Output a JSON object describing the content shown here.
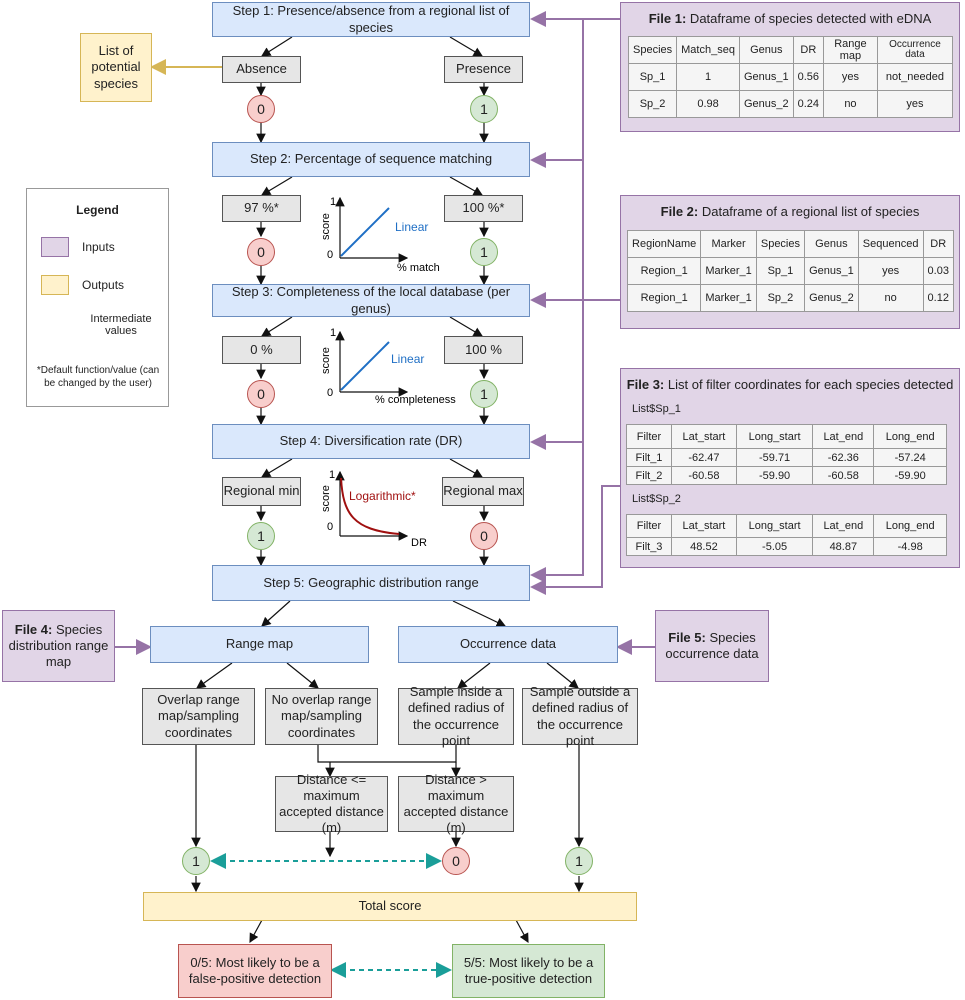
{
  "steps": {
    "step1": "Step 1: Presence/absence from a regional list of species",
    "step2": "Step 2: Percentage of sequence matching",
    "step3": "Step 3: Completeness of the local database (per genus)",
    "step4": "Step 4: Diversification rate (DR)",
    "step5": "Step 5: Geographic distribution range"
  },
  "step1_branches": {
    "left": "Absence",
    "right": "Presence",
    "left_score": "0",
    "right_score": "1"
  },
  "step2_branches": {
    "left": "97 %*",
    "right": "100 %*",
    "left_score": "0",
    "right_score": "1"
  },
  "step3_branches": {
    "left": "0 %",
    "right": "100 %",
    "left_score": "0",
    "right_score": "1"
  },
  "step4_branches": {
    "left": "Regional min",
    "right": "Regional max",
    "left_score": "1",
    "right_score": "0"
  },
  "output_list": "List of potential species",
  "minicharts": {
    "c2": {
      "ylabel": "score",
      "xlabel": "% match",
      "y1": "1",
      "y0": "0",
      "curve_label": "Linear"
    },
    "c3": {
      "ylabel": "score",
      "xlabel": "% completeness",
      "y1": "1",
      "y0": "0",
      "curve_label": "Linear"
    },
    "c4": {
      "ylabel": "score",
      "xlabel": "DR",
      "y1": "1",
      "y0": "0",
      "curve_label": "Logarithmic*"
    }
  },
  "legend": {
    "title": "Legend",
    "inputs": "Inputs",
    "outputs": "Outputs",
    "intermediate": "Intermediate values",
    "note": "*Default function/value (can be changed by the user)"
  },
  "file1": {
    "title_bold": "File 1:",
    "title_rest": " Dataframe of species detected with eDNA",
    "headers": [
      "Species",
      "Match_seq",
      "Genus",
      "DR",
      "Range map",
      "Occurrence data"
    ],
    "rows": [
      [
        "Sp_1",
        "1",
        "Genus_1",
        "0.56",
        "yes",
        "not_needed"
      ],
      [
        "Sp_2",
        "0.98",
        "Genus_2",
        "0.24",
        "no",
        "yes"
      ]
    ]
  },
  "file2": {
    "title_bold": "File 2:",
    "title_rest": " Dataframe of a regional list of species",
    "headers": [
      "RegionName",
      "Marker",
      "Species",
      "Genus",
      "Sequenced",
      "DR"
    ],
    "rows": [
      [
        "Region_1",
        "Marker_1",
        "Sp_1",
        "Genus_1",
        "yes",
        "0.03"
      ],
      [
        "Region_1",
        "Marker_1",
        "Sp_2",
        "Genus_2",
        "no",
        "0.12"
      ]
    ]
  },
  "file3": {
    "title_bold": "File 3:",
    "title_rest": " List of filter coordinates for each species detected",
    "list1": "List$Sp_1",
    "list2": "List$Sp_2",
    "headers": [
      "Filter",
      "Lat_start",
      "Long_start",
      "Lat_end",
      "Long_end"
    ],
    "rows1": [
      [
        "Filt_1",
        "-62.47",
        "-59.71",
        "-62.36",
        "-57.24"
      ],
      [
        "Filt_2",
        "-60.58",
        "-59.90",
        "-60.58",
        "-59.90"
      ]
    ],
    "rows2": [
      [
        "Filt_3",
        "48.52",
        "-5.05",
        "48.87",
        "-4.98"
      ]
    ]
  },
  "file4": {
    "title_bold": "File 4:",
    "title_rest": " Species distribution range map"
  },
  "file5": {
    "title_bold": "File 5:",
    "title_rest": " Species occurrence data"
  },
  "step5_branches": {
    "range_map": "Range map",
    "occurrence": "Occurrence data",
    "overlap": "Overlap range map/sampling coordinates",
    "no_overlap": "No overlap range map/sampling coordinates",
    "inside": "Sample inside a defined radius of the occurrence point",
    "outside": "Sample outside a defined radius of the occurrence point",
    "dist_le": "Distance <= maximum accepted distance (m)",
    "dist_gt": "Distance > maximum accepted distance (m)",
    "score_a": "1",
    "score_b": "0",
    "score_c": "1"
  },
  "total": "Total score",
  "result_false": "0/5: Most likely to be a false-positive detection",
  "result_true": "5/5: Most likely to be a true-positive detection",
  "colors": {
    "step": "#dae8fc",
    "gray": "#e6e6e6",
    "output": "#fff2cc",
    "input": "#e1d5e7",
    "input_line": "#9673a6",
    "output_line": "#d6b656",
    "intermediate_line": "#1a9e99",
    "linear": "#1f6fc5",
    "log": "#a01010"
  }
}
